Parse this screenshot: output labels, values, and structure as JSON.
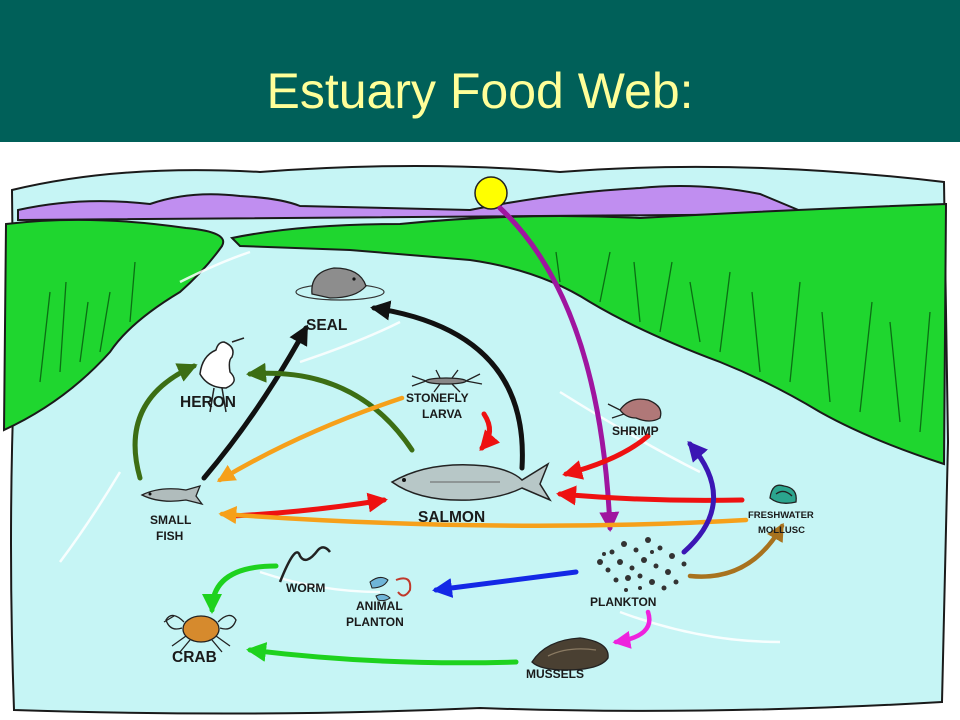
{
  "title": "Estuary Food Web:",
  "colors": {
    "title_bar": "#006059",
    "title_text": "#ffff99",
    "water": "#c6f5f5",
    "grass": "#1fd62f",
    "mountains": "#c08ef0",
    "sun": "#ffff00",
    "arrow_black": "#111111",
    "arrow_dark_green": "#3c6e14",
    "arrow_orange": "#f6a01a",
    "arrow_red": "#ee1111",
    "arrow_purple": "#9f159f",
    "arrow_indigo": "#3b16b4",
    "arrow_blue": "#1428e6",
    "arrow_brown": "#a8721e",
    "arrow_green": "#1ed21e",
    "arrow_magenta": "#ee22dd"
  },
  "labels": {
    "seal": "SEAL",
    "heron": "HERON",
    "stonefly_1": "STONEFLY",
    "stonefly_2": "LARVA",
    "shrimp": "SHRIMP",
    "salmon": "SALMON",
    "small_fish_1": "SMALL",
    "small_fish_2": "FISH",
    "freshwater_1": "FRESHWATER",
    "freshwater_2": "MOLLUSC",
    "worm": "WORM",
    "animal_plankton_1": "ANIMAL",
    "animal_plankton_2": "PLANTON",
    "plankton": "PLANKTON",
    "crab": "CRAB",
    "mussels": "MUSSELS"
  },
  "food_web_links": [
    {
      "from": "sun",
      "to": "plankton"
    },
    {
      "from": "salmon",
      "to": "seal"
    },
    {
      "from": "small fish",
      "to": "seal"
    },
    {
      "from": "small fish",
      "to": "heron"
    },
    {
      "from": "salmon",
      "to": "heron"
    },
    {
      "from": "stonefly larva",
      "to": "small fish"
    },
    {
      "from": "stonefly larva",
      "to": "salmon"
    },
    {
      "from": "small fish",
      "to": "salmon"
    },
    {
      "from": "shrimp",
      "to": "salmon"
    },
    {
      "from": "freshwater mollusc",
      "to": "salmon"
    },
    {
      "from": "freshwater mollusc",
      "to": "small fish"
    },
    {
      "from": "plankton",
      "to": "shrimp"
    },
    {
      "from": "plankton",
      "to": "freshwater mollusc"
    },
    {
      "from": "plankton",
      "to": "animal plankton"
    },
    {
      "from": "plankton",
      "to": "mussels"
    },
    {
      "from": "worm",
      "to": "crab"
    },
    {
      "from": "mussels",
      "to": "crab"
    }
  ]
}
